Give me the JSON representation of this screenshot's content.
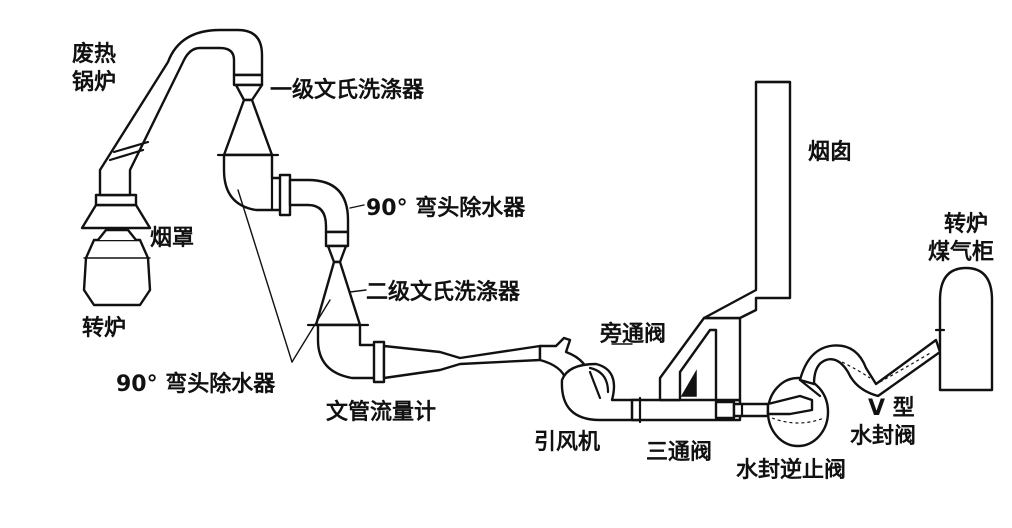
{
  "labels": {
    "waste_heat_boiler_line1": "废热",
    "waste_heat_boiler_line2": "锅炉",
    "hood": "烟罩",
    "converter": "转炉",
    "primary_venturi": "一级文氏洗涤器",
    "elbow_separator_upper": "90° 弯头除水器",
    "secondary_venturi": "二级文氏洗涤器",
    "elbow_separator_lower": "90° 弯头除水器",
    "venturi_flowmeter": "文管流量计",
    "chimney": "烟囱",
    "bypass_valve": "旁通阀",
    "induced_fan": "引风机",
    "three_way_valve": "三通阀",
    "water_seal_check_valve": "水封逆止阀",
    "v_seal_line1": "V 型",
    "v_seal_line2": "水封阀",
    "gas_holder_line1": "转炉",
    "gas_holder_line2": "煤气柜"
  }
}
